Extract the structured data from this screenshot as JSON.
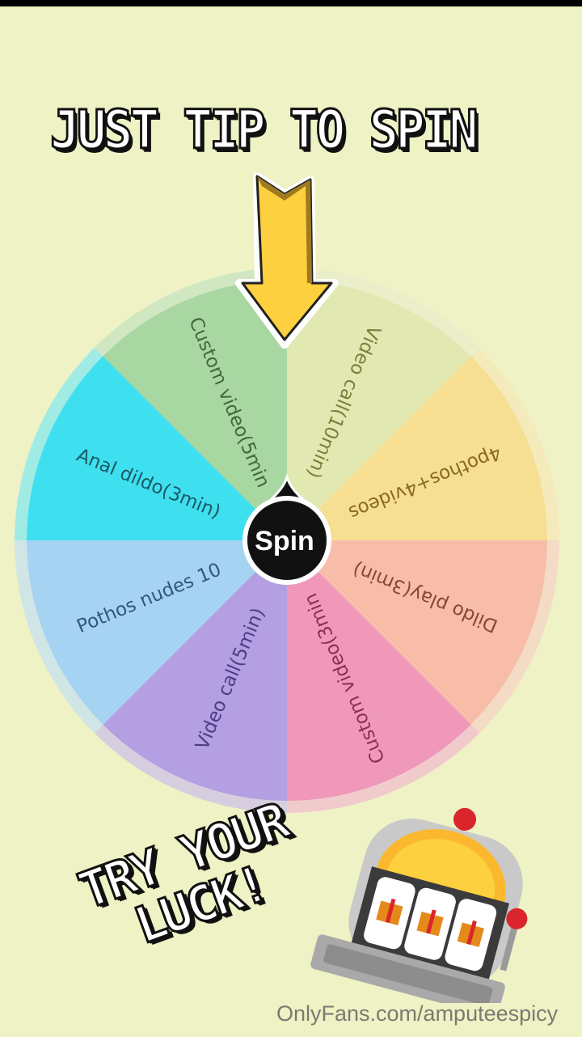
{
  "headline": "JUST TIP TO SPIN",
  "spin_button": {
    "label": "Spin"
  },
  "wheel": {
    "segments": [
      {
        "label": "Video call(10min)",
        "color": "#e2e8b2",
        "text_color": "#7c7f3a"
      },
      {
        "label": "4pothos+4videos",
        "color": "#f6de92",
        "text_color": "#8a6b1e"
      },
      {
        "label": "Dildo play(3min)",
        "color": "#f7bda9",
        "text_color": "#8a4632"
      },
      {
        "label": "Custom video(3min",
        "color": "#ef98b9",
        "text_color": "#8a2f55"
      },
      {
        "label": "Video call(5min)",
        "color": "#b39fe2",
        "text_color": "#4f3b86"
      },
      {
        "label": "Pothos nudes 10",
        "color": "#a7d3f2",
        "text_color": "#33577a"
      },
      {
        "label": "Anal dildo(3min)",
        "color": "#3ee0f0",
        "text_color": "#1c5a66"
      },
      {
        "label": "Custom video(5min",
        "color": "#a8d7a2",
        "text_color": "#3e6a3c"
      }
    ]
  },
  "cta": {
    "line1": "TRY YOUR",
    "line2": "LUCK!"
  },
  "footer": {
    "watermark": "OnlyFans.com/amputeespicy"
  }
}
